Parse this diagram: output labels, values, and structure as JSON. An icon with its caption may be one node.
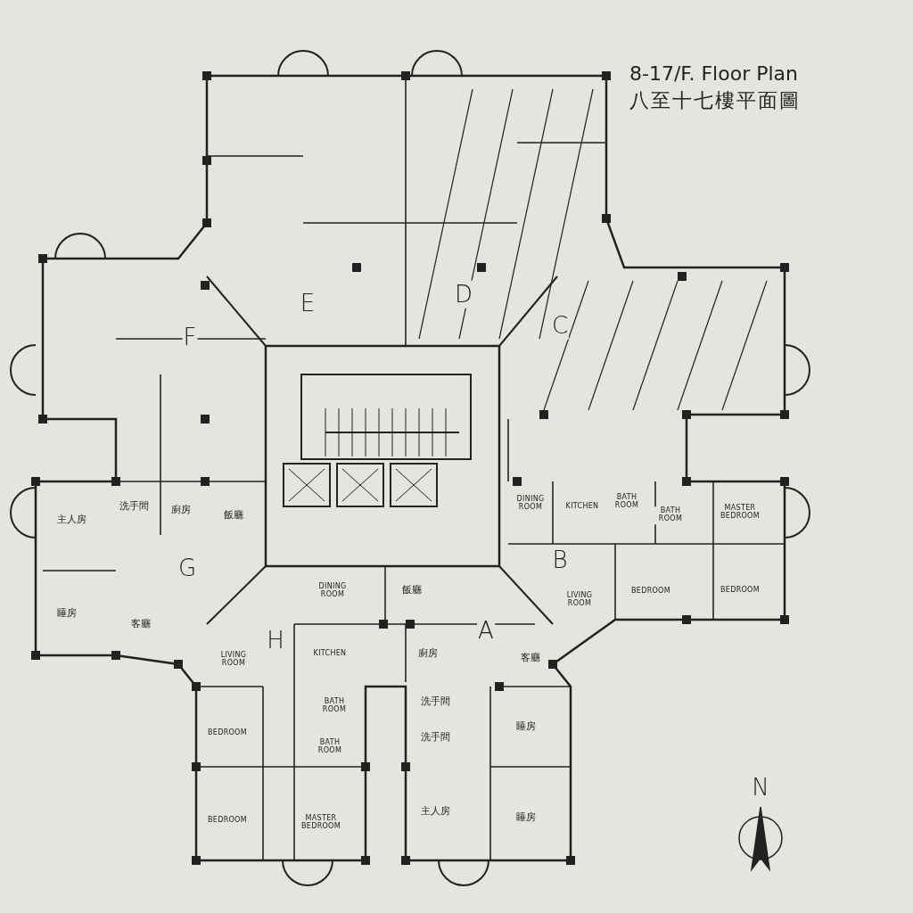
{
  "diagram": {
    "title": "8-17/F. Floor Plan",
    "labels": [
      "八至十七樓平面圖",
      "E",
      "D",
      "C",
      "F",
      "主人房",
      "洗手間",
      "廚房",
      "飯廳",
      "DINING ROOM",
      "KITCHEN",
      "BATH ROOM",
      "BATH ROOM",
      "MASTER BEDROOM",
      "G",
      "B",
      "DINING ROOM",
      "飯廳",
      "LIVING ROOM",
      "BEDROOM",
      "BEDROOM",
      "睡房",
      "客廳",
      "A",
      "H",
      "KITCHEN",
      "廚房",
      "客廳",
      "LIVING ROOM",
      "BATH ROOM",
      "洗手間",
      "睡房",
      "BEDROOM",
      "洗手間",
      "BATH ROOM",
      "N",
      "主人房",
      "睡房",
      "BEDROOM",
      "MASTER BEDROOM"
    ]
  }
}
